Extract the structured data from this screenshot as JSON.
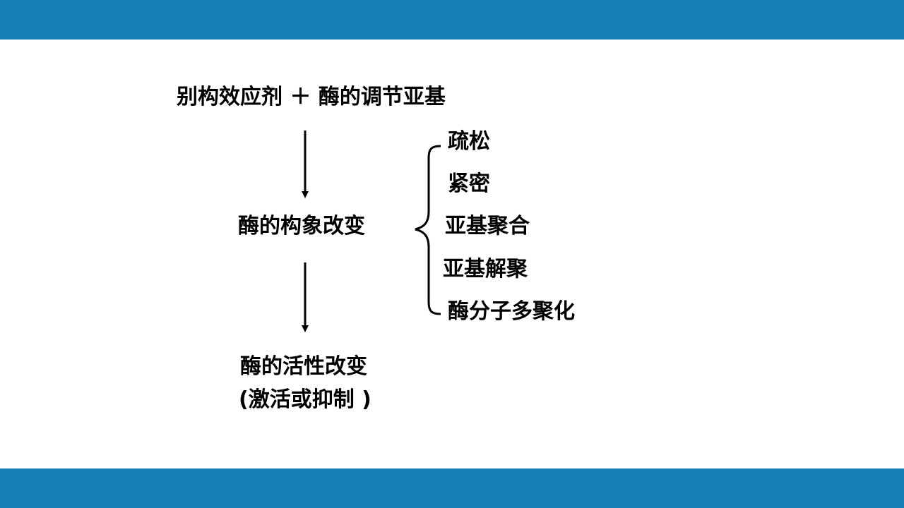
{
  "slide": {
    "header_color": "#1580b8",
    "footer_color": "#1580b8"
  },
  "diagram": {
    "top_label": "别构效应剂 ＋ 酶的调节亚基",
    "middle_label": "酶的构象改变",
    "bottom_label_line1": "酶的活性改变",
    "bottom_label_line2": "(激活或抑制 )",
    "changes": [
      "疏松",
      "紧密",
      "亚基聚合",
      "亚基解聚",
      "酶分子多聚化"
    ]
  }
}
